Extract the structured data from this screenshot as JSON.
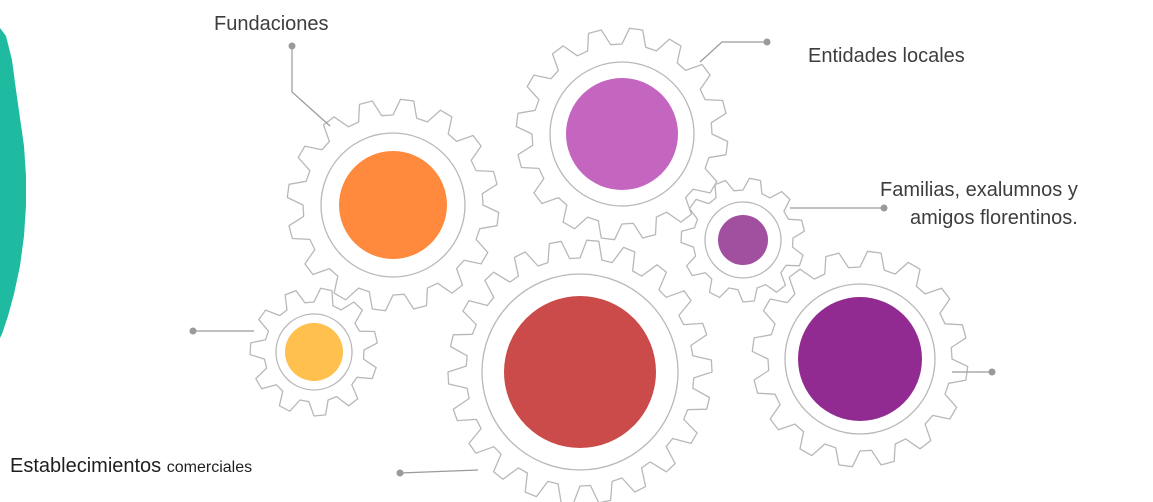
{
  "labels": {
    "fundaciones": "Fundaciones",
    "entidades_locales": "Entidades locales",
    "familias_line1": "Familias, exalumnos y",
    "familias_line2": "amigos florentinos.",
    "establecimientos_main": "Establecimientos",
    "establecimientos_rest": "comerciales"
  },
  "colors": {
    "teal_shape": "#1fbba0",
    "gear_outline": "#b8b8b8",
    "connector": "#9a9a9a",
    "fundaciones_circle": "#ff8a3d",
    "entidades_circle": "#c466c0",
    "familias_circle": "#a0509f",
    "establecimientos_circle": "#ffc04d",
    "large_bottom_circle": "#cb4b4b",
    "right_circle": "#922b91"
  }
}
